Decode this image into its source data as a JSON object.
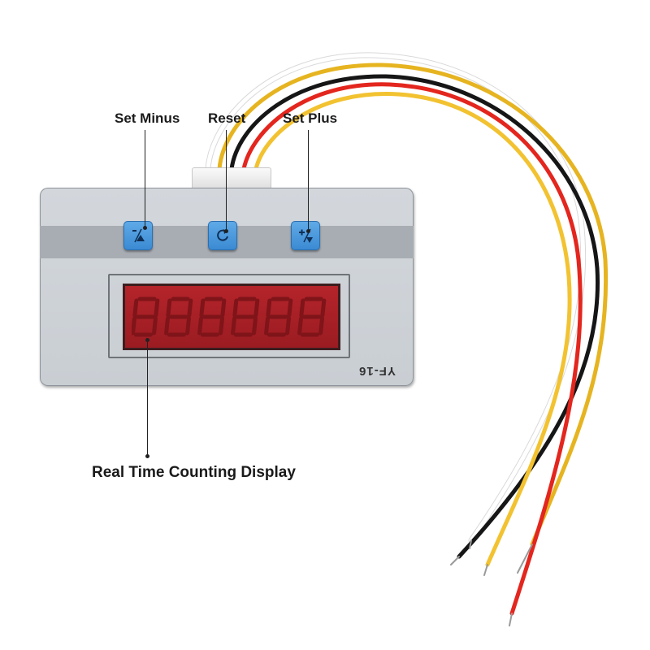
{
  "labels": {
    "set_minus": "Set Minus",
    "reset": "Reset",
    "set_plus": "Set Plus",
    "display": "Real Time Counting Display"
  },
  "device": {
    "model": "YF-16",
    "display_digits": 6,
    "panel_color": "#cdd2d7",
    "button_color": "#4a9ade",
    "display_color": "#a82026"
  },
  "wires": {
    "colors": [
      "#ffffff",
      "#f2c230",
      "#161616",
      "#e3261e",
      "#f2c230"
    ]
  },
  "icons": {
    "minus_key": "minus-up-arrow-icon",
    "reset_key": "rotate-arrow-icon",
    "plus_key": "plus-down-arrow-icon"
  }
}
